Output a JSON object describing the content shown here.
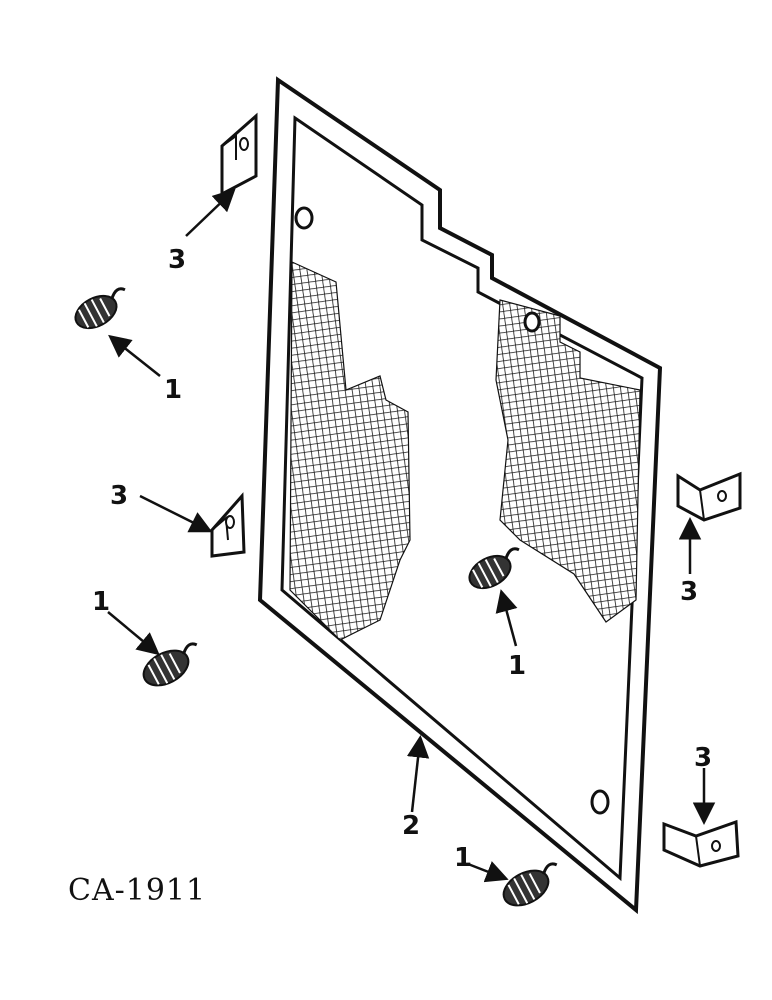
{
  "diagram": {
    "caption": "CA-1911",
    "parts": [
      {
        "id": "1",
        "name": "spring-clip"
      },
      {
        "id": "2",
        "name": "screen-panel"
      },
      {
        "id": "3",
        "name": "mounting-bracket"
      }
    ],
    "callouts": [
      "3",
      "1",
      "3",
      "1",
      "1",
      "2",
      "1",
      "3",
      "3"
    ]
  }
}
